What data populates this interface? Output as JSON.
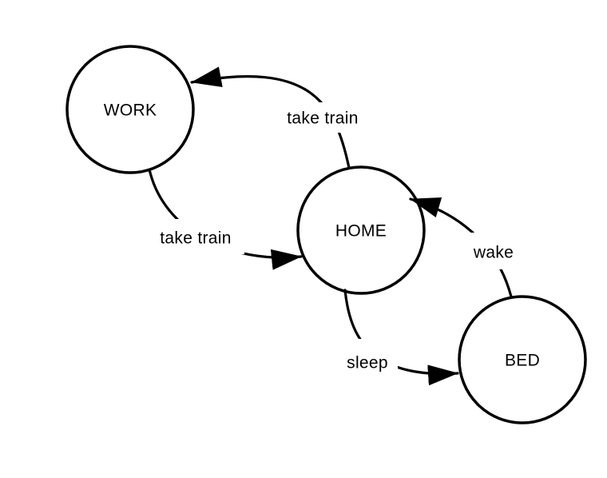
{
  "diagram": {
    "background": "#ffffff",
    "stroke_color": "#000000",
    "text_color": "#000000",
    "nodes": [
      {
        "id": "work",
        "label": "WORK"
      },
      {
        "id": "home",
        "label": "HOME"
      },
      {
        "id": "bed",
        "label": "BED"
      }
    ],
    "edges": [
      {
        "id": "home-to-work",
        "from": "HOME",
        "to": "WORK",
        "label": "take train"
      },
      {
        "id": "work-to-home",
        "from": "WORK",
        "to": "HOME",
        "label": "take train"
      },
      {
        "id": "bed-to-home",
        "from": "BED",
        "to": "HOME",
        "label": "wake"
      },
      {
        "id": "home-to-bed",
        "from": "HOME",
        "to": "BED",
        "label": "sleep"
      }
    ]
  }
}
